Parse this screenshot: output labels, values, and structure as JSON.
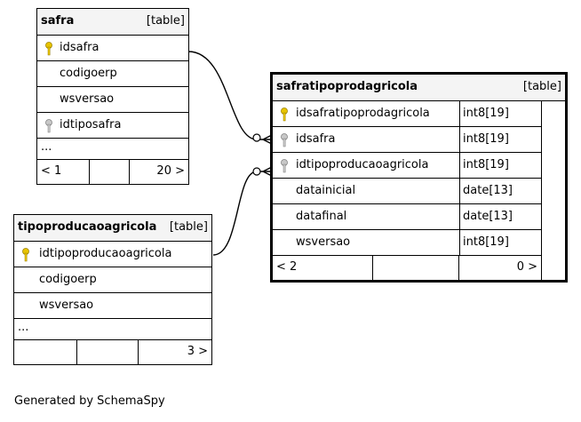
{
  "tables": {
    "safra": {
      "name": "safra",
      "kind": "[table]",
      "columns": [
        {
          "name": "idsafra",
          "key": "primary"
        },
        {
          "name": "codigoerp",
          "key": "none"
        },
        {
          "name": "wsversao",
          "key": "none"
        },
        {
          "name": "idtiposafra",
          "key": "foreign"
        }
      ],
      "more": "...",
      "footer": {
        "left": "< 1",
        "right": "20 >"
      }
    },
    "tipoproducaoagricola": {
      "name": "tipoproducaoagricola",
      "kind": "[table]",
      "columns": [
        {
          "name": "idtipoproducaoagricola",
          "key": "primary"
        },
        {
          "name": "codigoerp",
          "key": "none"
        },
        {
          "name": "wsversao",
          "key": "none"
        }
      ],
      "more": "...",
      "footer": {
        "left": "",
        "right": "3 >"
      }
    },
    "safratipoprodagricola": {
      "name": "safratipoprodagricola",
      "kind": "[table]",
      "columns": [
        {
          "name": "idsafratipoprodagricola",
          "type": "int8[19]",
          "key": "primary"
        },
        {
          "name": "idsafra",
          "type": "int8[19]",
          "key": "foreign"
        },
        {
          "name": "idtipoproducaoagricola",
          "type": "int8[19]",
          "key": "foreign"
        },
        {
          "name": "datainicial",
          "type": "date[13]",
          "key": "none"
        },
        {
          "name": "datafinal",
          "type": "date[13]",
          "key": "none"
        },
        {
          "name": "wsversao",
          "type": "int8[19]",
          "key": "none"
        }
      ],
      "footer": {
        "left": "< 2",
        "right": "0 >"
      }
    }
  },
  "generated_by": "Generated by SchemaSpy",
  "colors": {
    "primary_key": "#e8c400",
    "foreign_key": "#a8a8a8",
    "header_bg": "#f4f4f4"
  }
}
